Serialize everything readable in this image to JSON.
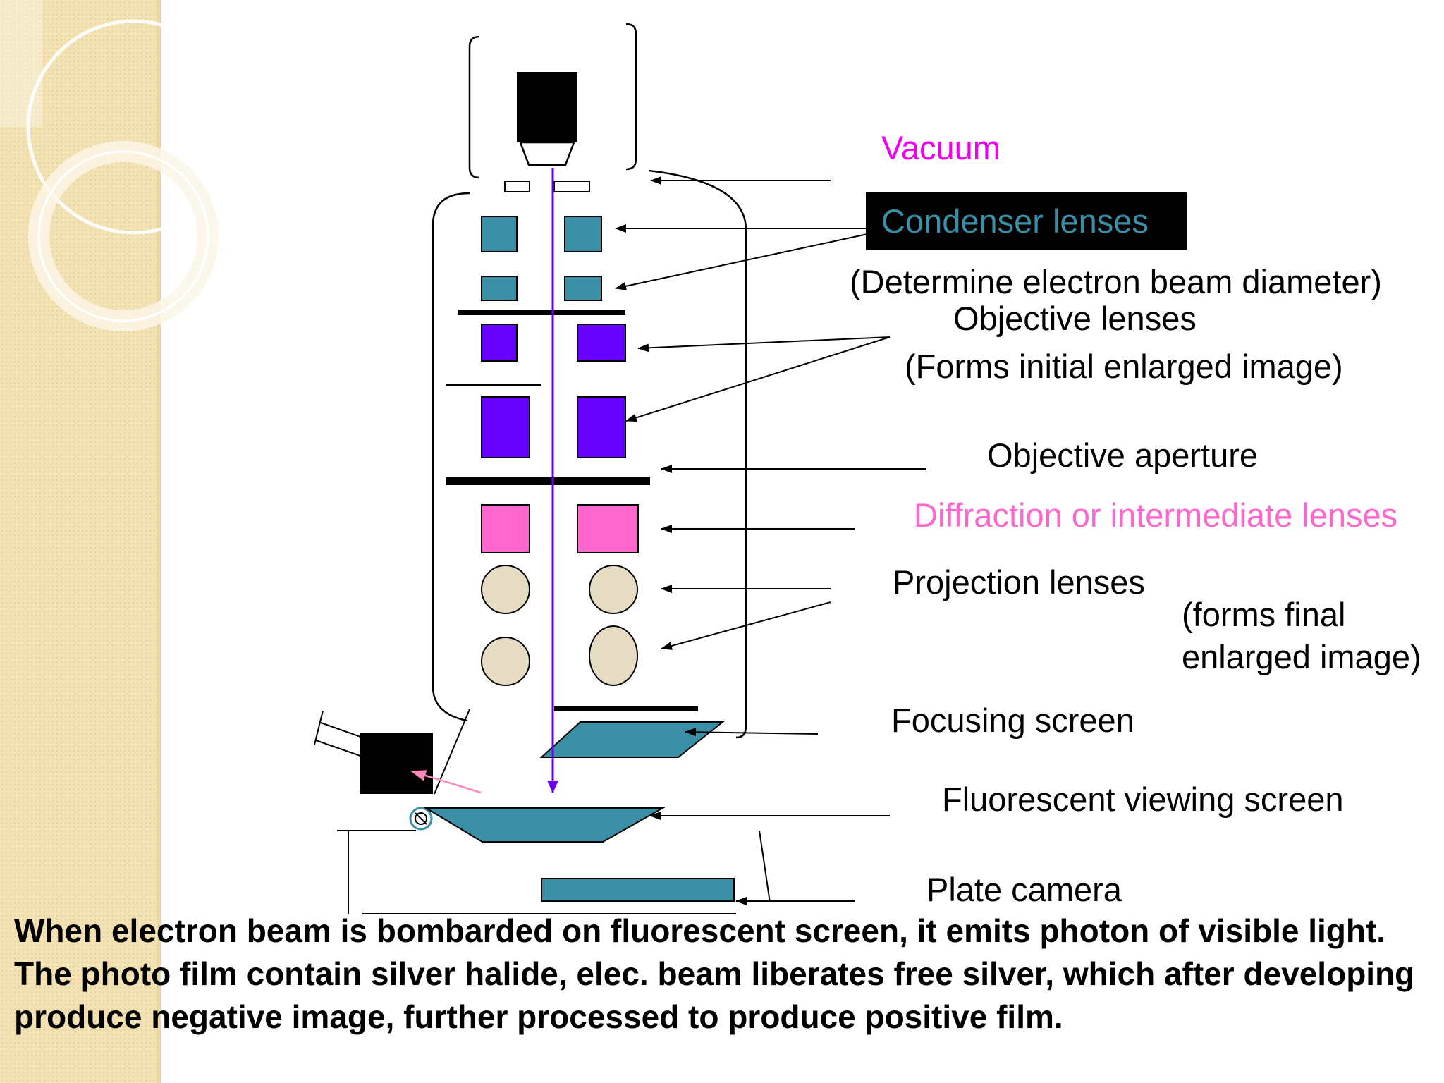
{
  "labels": {
    "vacuum": "Vacuum",
    "condenser": "Condenser lenses",
    "condenser_note": "(Determine electron beam diameter)",
    "objective": "Objective lenses",
    "objective_note": "(Forms initial enlarged image)",
    "objective_aperture": "Objective aperture",
    "diffraction": "Diffraction or intermediate lenses",
    "projection": "Projection lenses",
    "projection_note_1": "(forms final",
    "projection_note_2": "enlarged image)",
    "focusing_screen": "Focusing screen",
    "fluorescent_screen": "Fluorescent viewing screen",
    "plate_camera": "Plate camera"
  },
  "caption": "When electron beam is bombarded on fluorescent screen, it emits photon of visible light. The photo film contain silver halide, elec. beam liberates free silver, which after developing produce negative image, further processed to produce positive film.",
  "colors": {
    "vacuum": "#ee00ee",
    "condenser_text": "#3a8fa6",
    "condenser_box": "#000000",
    "condenser_lens": "#3a8fa6",
    "objective_lens": "#6600ff",
    "diffraction": "#ff66cc",
    "projection_lens": "#e6dcc4",
    "screen": "#3a8fa6",
    "beam": "#6600ee",
    "side_panel": "#f3e2b4"
  }
}
